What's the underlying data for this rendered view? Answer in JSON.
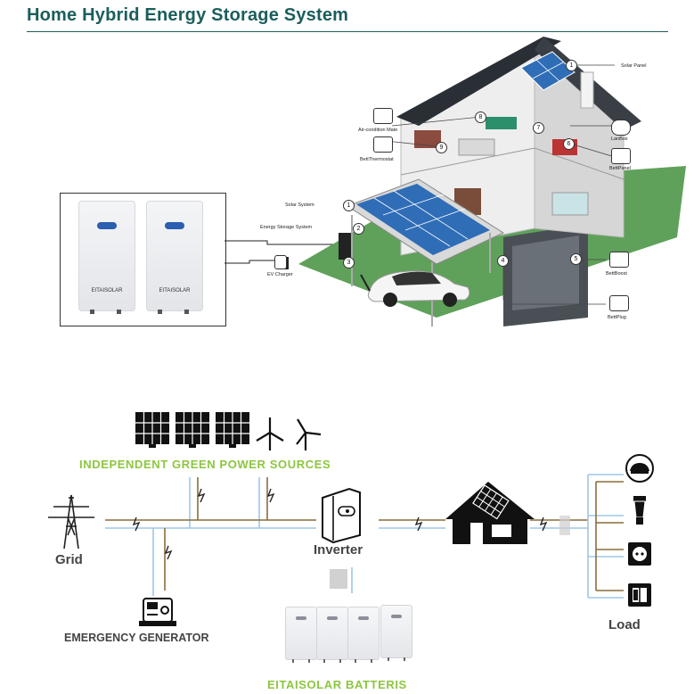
{
  "title": "Home Hybrid Energy Storage System",
  "inset": {
    "batteries": [
      {
        "brand": "EITAISOLAR"
      },
      {
        "brand": "EITAISOLAR"
      }
    ]
  },
  "house_callouts": {
    "solar_panel": "Solar Panel",
    "air_condition_mate": "Air-condition Mate",
    "bett_thermostat": "BettThermostat",
    "lanbox": "LanBox",
    "bett_panel": "BettPanel",
    "solar_system": "Solar System",
    "energy_storage_system": "Energy Storage System",
    "ev_charger": "EV Charger",
    "bett_boost": "BettBoost",
    "bett_plug": "BettPlug"
  },
  "numbers": [
    "1",
    "2",
    "3",
    "4",
    "5",
    "6",
    "7",
    "8",
    "9"
  ],
  "bottom": {
    "sources_title": "INDEPENDENT GREEN POWER SOURCES",
    "grid": "Grid",
    "inverter": "Inverter",
    "generator": "EMERGENCY GENERATOR",
    "batteries_title": "EITAISOLAR BATTERIS",
    "load": "Load"
  },
  "colors": {
    "title": "#1b5e5c",
    "green": "#8dc63f",
    "line_blue": "#9ec7e8",
    "line_brown": "#8a6d3b",
    "roof": "#2a2f36",
    "lawn": "#5fa15a",
    "panel_blue": "#2f6db7"
  }
}
